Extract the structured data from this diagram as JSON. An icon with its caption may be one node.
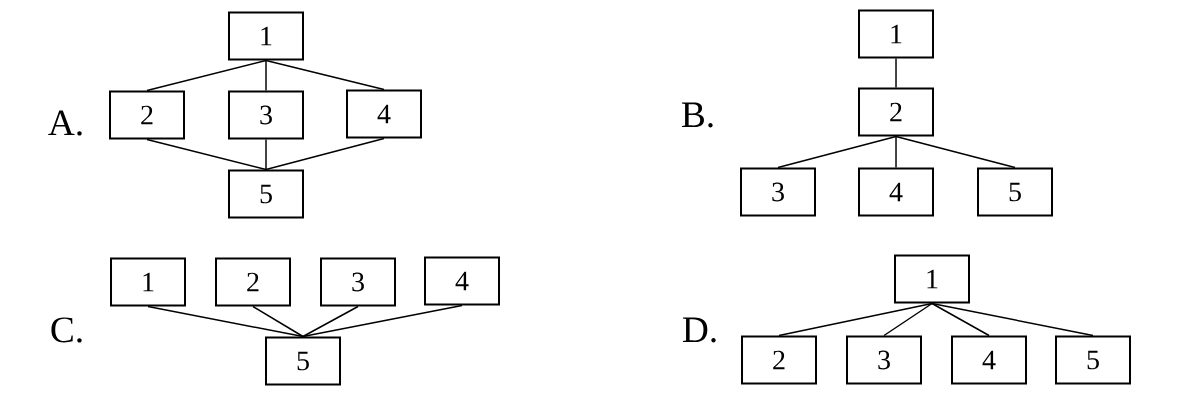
{
  "diagram": {
    "nodes": [
      {
        "text": [
          "1"
        ]
      },
      {
        "text": [
          "2"
        ]
      },
      {
        "text": [
          "3"
        ]
      },
      {
        "text": [
          "4"
        ]
      },
      {
        "text": [
          "5"
        ]
      },
      {
        "text": [
          "1"
        ]
      },
      {
        "text": [
          "2"
        ]
      },
      {
        "text": [
          "3"
        ]
      },
      {
        "text": [
          "4"
        ]
      },
      {
        "text": [
          "5"
        ]
      },
      {
        "text": [
          "1"
        ]
      },
      {
        "text": [
          "2"
        ]
      },
      {
        "text": [
          "3"
        ]
      },
      {
        "text": [
          "4"
        ]
      },
      {
        "text": [
          "5"
        ]
      },
      {
        "text": [
          "1"
        ]
      },
      {
        "text": [
          "2"
        ]
      },
      {
        "text": [
          "3"
        ]
      },
      {
        "text": [
          "4"
        ]
      },
      {
        "text": [
          "5"
        ]
      }
    ],
    "edges": [
      {
        "from": 0,
        "to": 1,
        "arrow": "none"
      },
      {
        "from": 0,
        "to": 2,
        "arrow": "none"
      },
      {
        "from": 0,
        "to": 3,
        "arrow": "none"
      },
      {
        "from": 1,
        "to": 4,
        "arrow": "none"
      },
      {
        "from": 2,
        "to": 4,
        "arrow": "none"
      },
      {
        "from": 3,
        "to": 4,
        "arrow": "none"
      },
      {
        "from": 5,
        "to": 6,
        "arrow": "none"
      },
      {
        "from": 6,
        "to": 7,
        "arrow": "none"
      },
      {
        "from": 6,
        "to": 8,
        "arrow": "none"
      },
      {
        "from": 6,
        "to": 9,
        "arrow": "none"
      },
      {
        "from": 10,
        "to": 14,
        "arrow": "none"
      },
      {
        "from": 11,
        "to": 14,
        "arrow": "none"
      },
      {
        "from": 12,
        "to": 14,
        "arrow": "none"
      },
      {
        "from": 13,
        "to": 14,
        "arrow": "none"
      },
      {
        "from": 15,
        "to": 16,
        "arrow": "none"
      },
      {
        "from": 15,
        "to": 17,
        "arrow": "none"
      },
      {
        "from": 15,
        "to": 18,
        "arrow": "none"
      },
      {
        "from": 15,
        "to": 19,
        "arrow": "none"
      }
    ],
    "labels": [
      "A.",
      "B.",
      "C.",
      "D."
    ]
  }
}
